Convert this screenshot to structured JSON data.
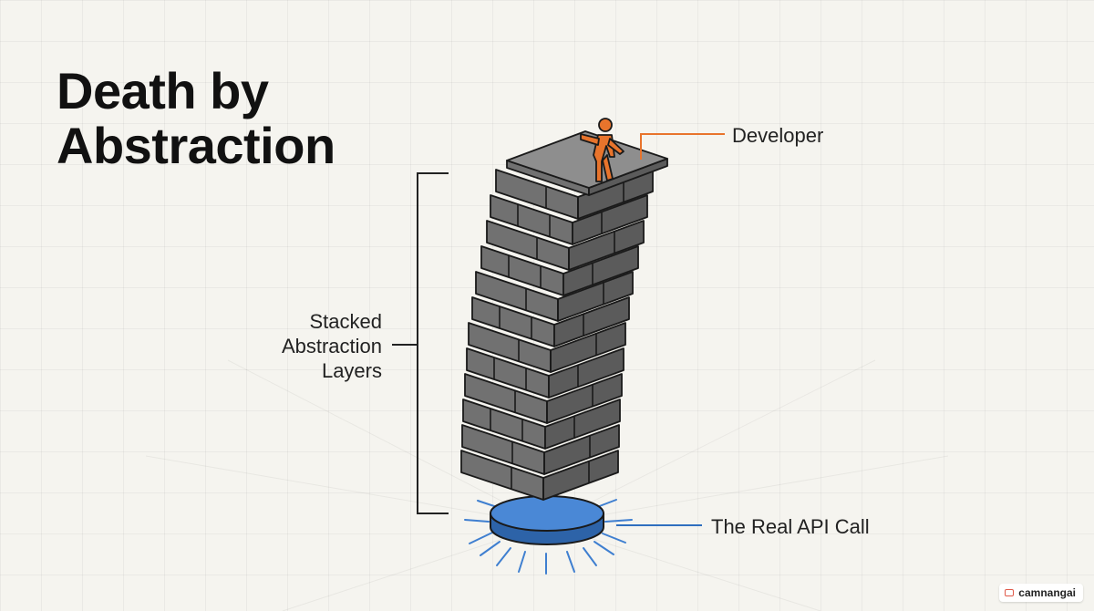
{
  "title": {
    "line1": "Death by",
    "line2": "Abstraction"
  },
  "labels": {
    "developer": "Developer",
    "stack_line1": "Stacked",
    "stack_line2": "Abstraction",
    "stack_line3": "Layers",
    "api": "The Real API Call"
  },
  "watermark": "camnangai",
  "colors": {
    "block_top": "#8e8e8e",
    "block_front": "#717171",
    "block_side": "#5b5b5b",
    "outline": "#1a1a1a",
    "developer": "#e8742c",
    "api_disc": "#3f7fd0",
    "callout_developer": "#e8742c",
    "callout_api": "#2f6fbf"
  }
}
